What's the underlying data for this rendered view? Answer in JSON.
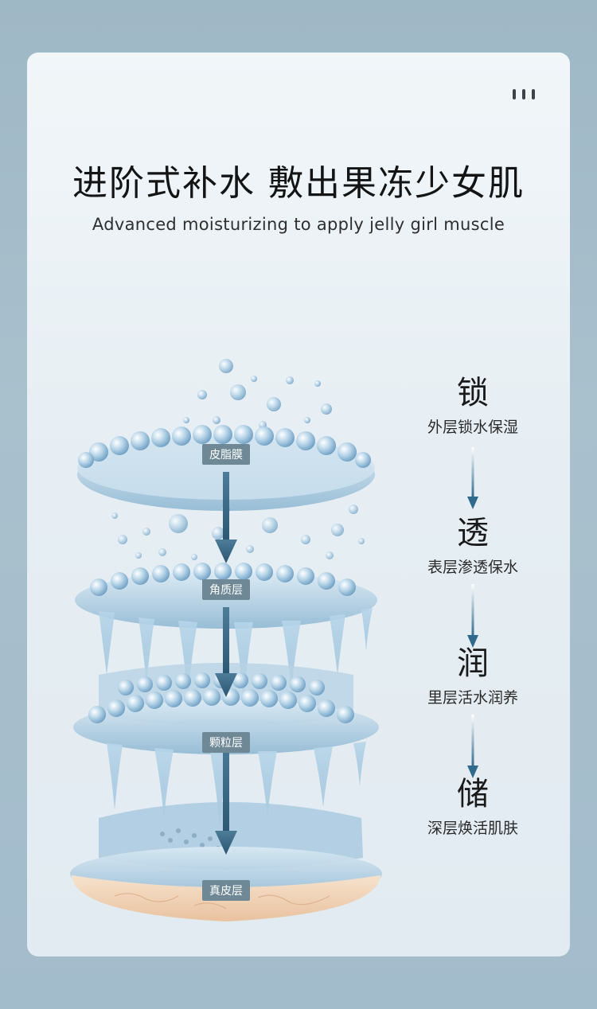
{
  "headline": "进阶式补水 敷出果冻少女肌",
  "subheadline": "Advanced moisturizing to apply jelly girl muscle",
  "menu_icon": "more-vertical-dots-icon",
  "layers": [
    "皮脂膜",
    "角质层",
    "颗粒层",
    "真皮层"
  ],
  "steps": [
    {
      "char": "锁",
      "desc": "外层锁水保湿"
    },
    {
      "char": "透",
      "desc": "表层渗透保水"
    },
    {
      "char": "润",
      "desc": "里层活水润养"
    },
    {
      "char": "储",
      "desc": "深层焕活肌肤"
    }
  ],
  "colors": {
    "background": "#a3bccb",
    "card": "#e6eef3",
    "arrow": "#3f6f8c",
    "label_bg": "#6f8895",
    "skin": "#f2d7bd"
  }
}
